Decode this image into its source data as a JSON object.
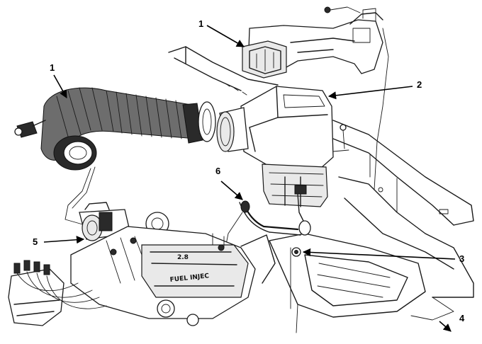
{
  "callouts": [
    {
      "id": "intake-duct",
      "label": "1"
    },
    {
      "id": "air-inlet-hose",
      "label": "1"
    },
    {
      "id": "air-cleaner-assembly",
      "label": "2"
    },
    {
      "id": "mounting-fastener",
      "label": "3"
    },
    {
      "id": "front-of-vehicle",
      "label": "4"
    },
    {
      "id": "throttle-body",
      "label": "5"
    },
    {
      "id": "pcv-hose",
      "label": "6"
    }
  ],
  "manifold_text": {
    "upper": "2.8",
    "lower": "FUEL INJEC"
  },
  "colors": {
    "ink": "#1a1a1a",
    "background": "#ffffff"
  }
}
